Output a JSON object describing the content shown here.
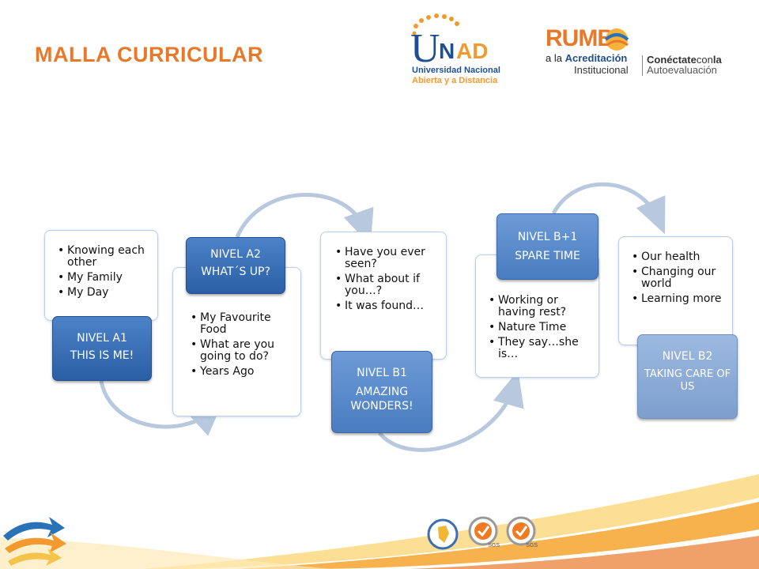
{
  "title": "MALLA CURRICULAR",
  "logos": {
    "unad": {
      "brand": "UNAD",
      "line1": "Universidad Nacional",
      "line2": "Abierta y a Distancia"
    },
    "rumbo": {
      "brand": "RUMB",
      "prefix": "a la",
      "accent": "Acreditación",
      "sub": "Institucional",
      "connect_a": "Conéctate",
      "connect_b": "con",
      "connect_c": "la",
      "connect_d": "Autoevaluación"
    }
  },
  "levels": [
    {
      "id": "a1",
      "name": "NIVEL A1",
      "subtitle": "THIS IS ME!",
      "topics": [
        "Knowing each other",
        "My Family",
        "My Day"
      ]
    },
    {
      "id": "a2",
      "name": "NIVEL A2",
      "subtitle": "WHAT´S UP?",
      "topics": [
        "My Favourite Food",
        "What are you going to do?",
        "Years Ago"
      ]
    },
    {
      "id": "b1",
      "name": "NIVEL B1",
      "subtitle": "AMAZING WONDERS!",
      "topics": [
        "Have you ever seen?",
        "What about if you…?",
        "It was found…"
      ]
    },
    {
      "id": "b1plus",
      "name": "NIVEL B+1",
      "subtitle": "SPARE TIME",
      "topics": [
        "Working or having rest?",
        "Nature Time",
        "They say…she is…"
      ]
    },
    {
      "id": "b2",
      "name": "NIVEL B2",
      "subtitle": "TAKING CARE OF US",
      "topics": [
        "Our health",
        "Changing our world",
        "Learning more"
      ]
    }
  ],
  "colors": {
    "title": "#e8792a",
    "level_dark": "#2f64ab",
    "level_light": "#8aa8d4",
    "arrow": "#b8c8de"
  },
  "footer": {
    "badges": [
      "SGS",
      "SGS"
    ]
  }
}
